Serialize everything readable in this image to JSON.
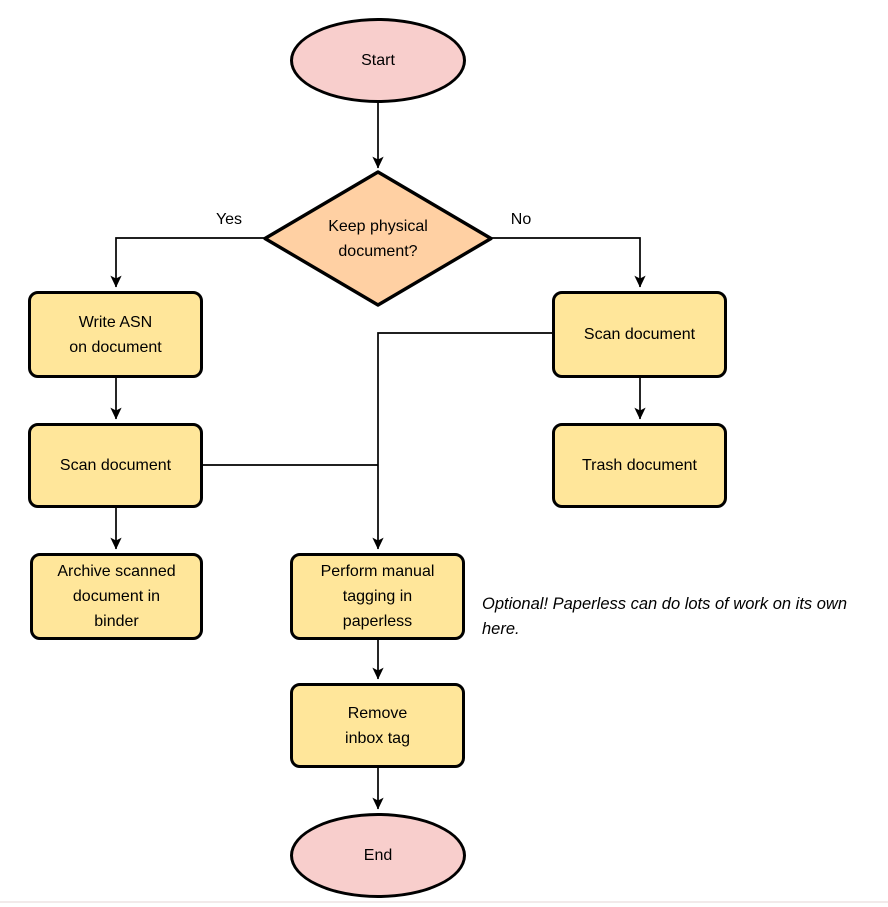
{
  "diagram": {
    "nodes": {
      "start": {
        "label": "Start",
        "type": "terminator"
      },
      "decision": {
        "label": "Keep physical\ndocument?",
        "type": "decision"
      },
      "write_asn": {
        "label": "Write ASN\non document",
        "type": "process"
      },
      "scan_left": {
        "label": "Scan document",
        "type": "process"
      },
      "archive": {
        "label": "Archive scanned\ndocument in\nbinder",
        "type": "process"
      },
      "scan_right": {
        "label": "Scan document",
        "type": "process"
      },
      "trash": {
        "label": "Trash document",
        "type": "process"
      },
      "tagging": {
        "label": "Perform manual\ntagging in\npaperless",
        "type": "process"
      },
      "remove_inbox": {
        "label": "Remove\ninbox tag",
        "type": "process"
      },
      "end": {
        "label": "End",
        "type": "terminator"
      }
    },
    "edge_labels": {
      "yes": "Yes",
      "no": "No"
    },
    "edges": [
      {
        "from": "start",
        "to": "decision",
        "label": ""
      },
      {
        "from": "decision",
        "to": "write_asn",
        "label": "Yes"
      },
      {
        "from": "decision",
        "to": "scan_right",
        "label": "No"
      },
      {
        "from": "write_asn",
        "to": "scan_left",
        "label": ""
      },
      {
        "from": "scan_left",
        "to": "archive",
        "label": ""
      },
      {
        "from": "scan_left",
        "to": "tagging",
        "label": ""
      },
      {
        "from": "scan_right",
        "to": "trash",
        "label": ""
      },
      {
        "from": "scan_right",
        "to": "tagging",
        "label": ""
      },
      {
        "from": "tagging",
        "to": "remove_inbox",
        "label": ""
      },
      {
        "from": "remove_inbox",
        "to": "end",
        "label": ""
      }
    ],
    "note": "Optional! Paperless can do lots of work on its own here.",
    "colors": {
      "terminator_fill": "#f8cecc",
      "decision_fill": "#ffd0a3",
      "process_fill": "#ffe69a",
      "stroke": "#000000",
      "background": "#ffffff"
    }
  }
}
